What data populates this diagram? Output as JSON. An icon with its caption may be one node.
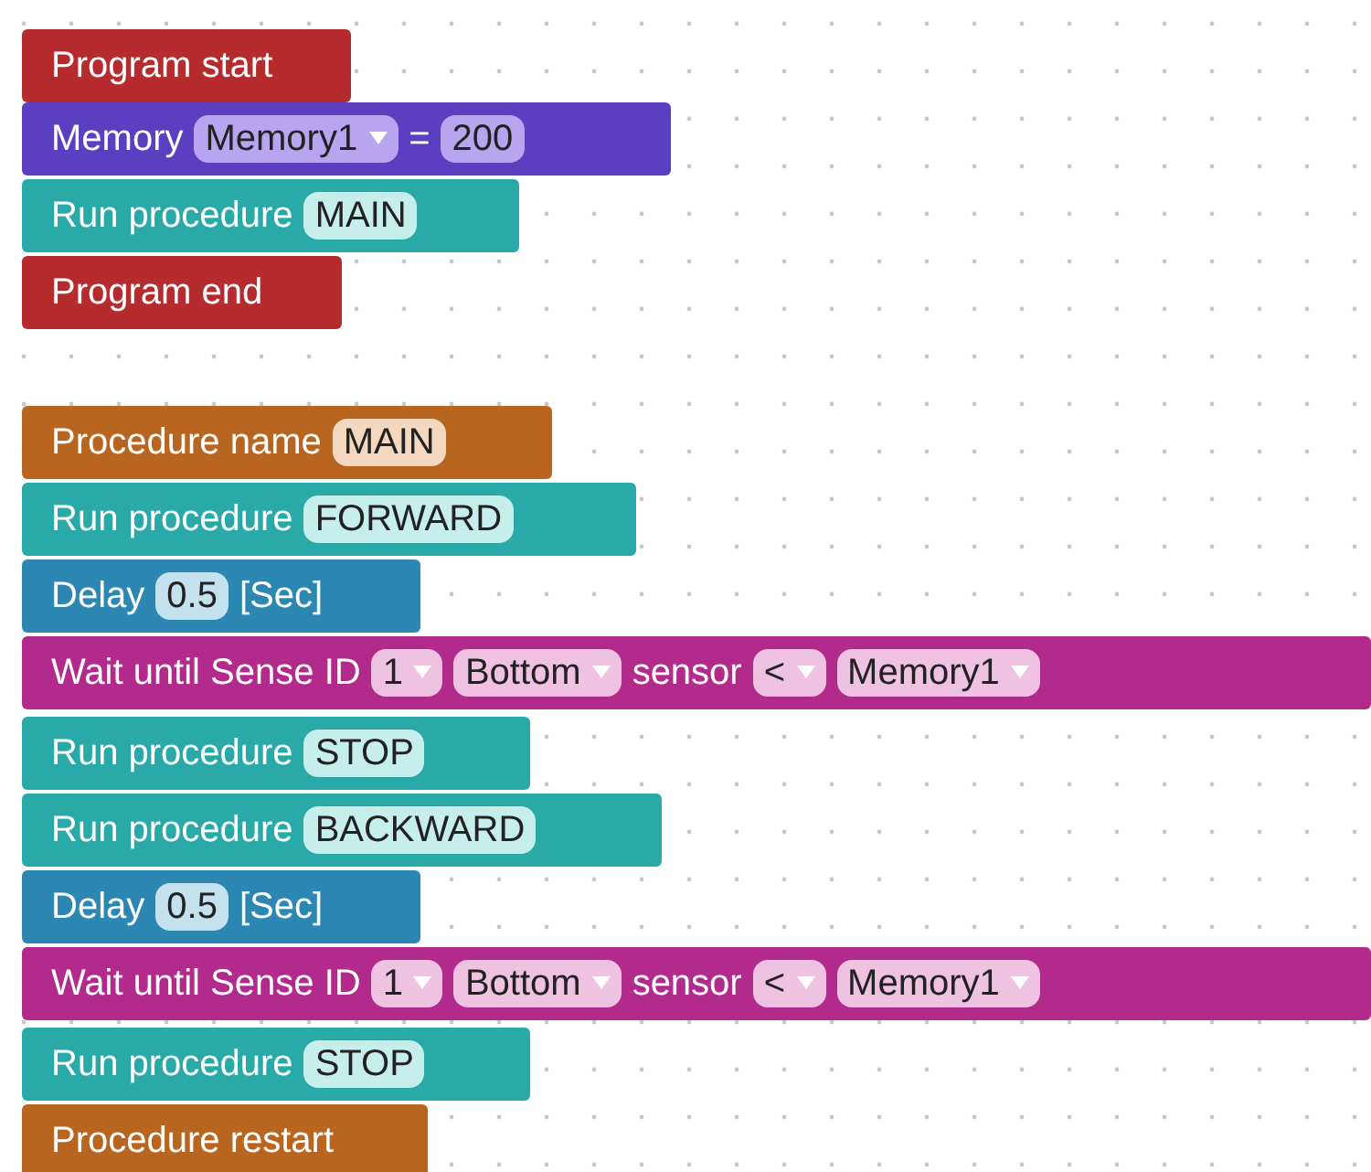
{
  "diagram": {
    "nodes": [
      {
        "text": [
          "Program start"
        ]
      },
      {
        "text": [
          "Memory",
          "="
        ]
      },
      {
        "text": [
          "Memory1"
        ],
        "in": 1
      },
      {
        "text": [
          "200"
        ],
        "in": 1
      },
      {
        "text": [
          "Run procedure"
        ]
      },
      {
        "text": [
          "MAIN"
        ],
        "in": 4
      },
      {
        "text": [
          "Program end"
        ]
      },
      {
        "text": [
          "Procedure name"
        ]
      },
      {
        "text": [
          "MAIN"
        ],
        "in": 7
      },
      {
        "text": [
          "Run procedure"
        ]
      },
      {
        "text": [
          "FORWARD"
        ],
        "in": 9
      },
      {
        "text": [
          "Delay",
          "[Sec]"
        ]
      },
      {
        "text": [
          "0.5"
        ],
        "in": 11
      },
      {
        "text": [
          "Wait until Sense ID",
          "sensor"
        ]
      },
      {
        "text": [
          "1"
        ],
        "in": 13
      },
      {
        "text": [
          "Bottom"
        ],
        "in": 13
      },
      {
        "text": [
          "<"
        ],
        "in": 13
      },
      {
        "text": [
          "Memory1"
        ],
        "in": 13
      },
      {
        "text": [
          "Run procedure"
        ]
      },
      {
        "text": [
          "STOP"
        ],
        "in": 18
      },
      {
        "text": [
          "Run procedure"
        ]
      },
      {
        "text": [
          "BACKWARD"
        ],
        "in": 20
      },
      {
        "text": [
          "Delay",
          "[Sec]"
        ]
      },
      {
        "text": [
          "0.5"
        ],
        "in": 22
      },
      {
        "text": [
          "Wait until Sense ID",
          "sensor"
        ]
      },
      {
        "text": [
          "1"
        ],
        "in": 24
      },
      {
        "text": [
          "Bottom"
        ],
        "in": 24
      },
      {
        "text": [
          "<"
        ],
        "in": 24
      },
      {
        "text": [
          "Memory1"
        ],
        "in": 24
      },
      {
        "text": [
          "Run procedure"
        ]
      },
      {
        "text": [
          "STOP"
        ],
        "in": 29
      },
      {
        "text": [
          "Procedure restart"
        ]
      }
    ]
  }
}
